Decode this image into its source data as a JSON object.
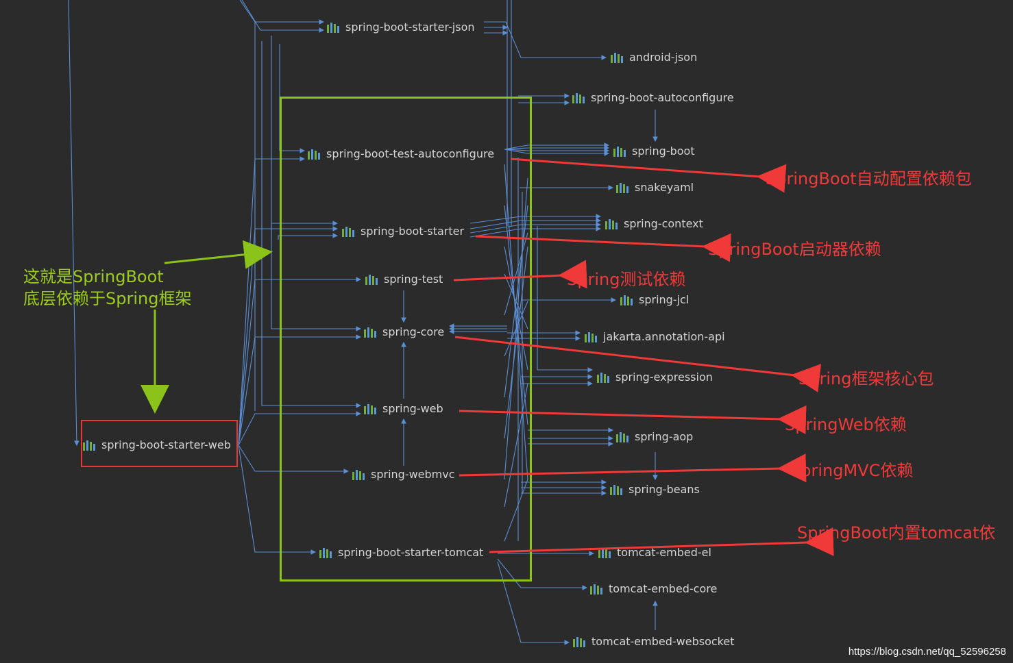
{
  "nodes": {
    "spring_boot_starter_json": "spring-boot-starter-json",
    "android_json": "android-json",
    "spring_boot_autoconfigure": "spring-boot-autoconfigure",
    "spring_boot": "spring-boot",
    "spring_boot_test_autoconfigure": "spring-boot-test-autoconfigure",
    "snakeyaml": "snakeyaml",
    "spring_context": "spring-context",
    "spring_boot_starter": "spring-boot-starter",
    "spring_test": "spring-test",
    "spring_jcl": "spring-jcl",
    "spring_core": "spring-core",
    "jakarta_annotation_api": "jakarta.annotation-api",
    "spring_expression": "spring-expression",
    "spring_web": "spring-web",
    "spring_aop": "spring-aop",
    "spring_boot_starter_web": "spring-boot-starter-web",
    "spring_webmvc": "spring-webmvc",
    "spring_beans": "spring-beans",
    "spring_boot_starter_tomcat": "spring-boot-starter-tomcat",
    "tomcat_embed_el": "tomcat-embed-el",
    "tomcat_embed_core": "tomcat-embed-core",
    "tomcat_embed_websocket": "tomcat-embed-websocket"
  },
  "annotations": {
    "autoconfigure": "SpringBoot自动配置依赖包",
    "starter": "SpringBoot启动器依赖",
    "test": "Spring测试依赖",
    "core": "Spring框架核心包",
    "web": "SpringWeb依赖",
    "mvc": "SpringMVC依赖",
    "tomcat": "SpringBoot内置tomcat依",
    "green_line1": "这就是SpringBoot",
    "green_line2": "底层依赖于Spring框架"
  },
  "watermark": "https://blog.csdn.net/qq_52596258",
  "colors": {
    "background": "#2b2b2b",
    "edge": "#5b8fd6",
    "annotation_red": "#f03a3a",
    "annotation_green": "#9ccc1f",
    "node_text": "#d4d4d4"
  },
  "icons": {
    "node": "maven-library-icon"
  }
}
